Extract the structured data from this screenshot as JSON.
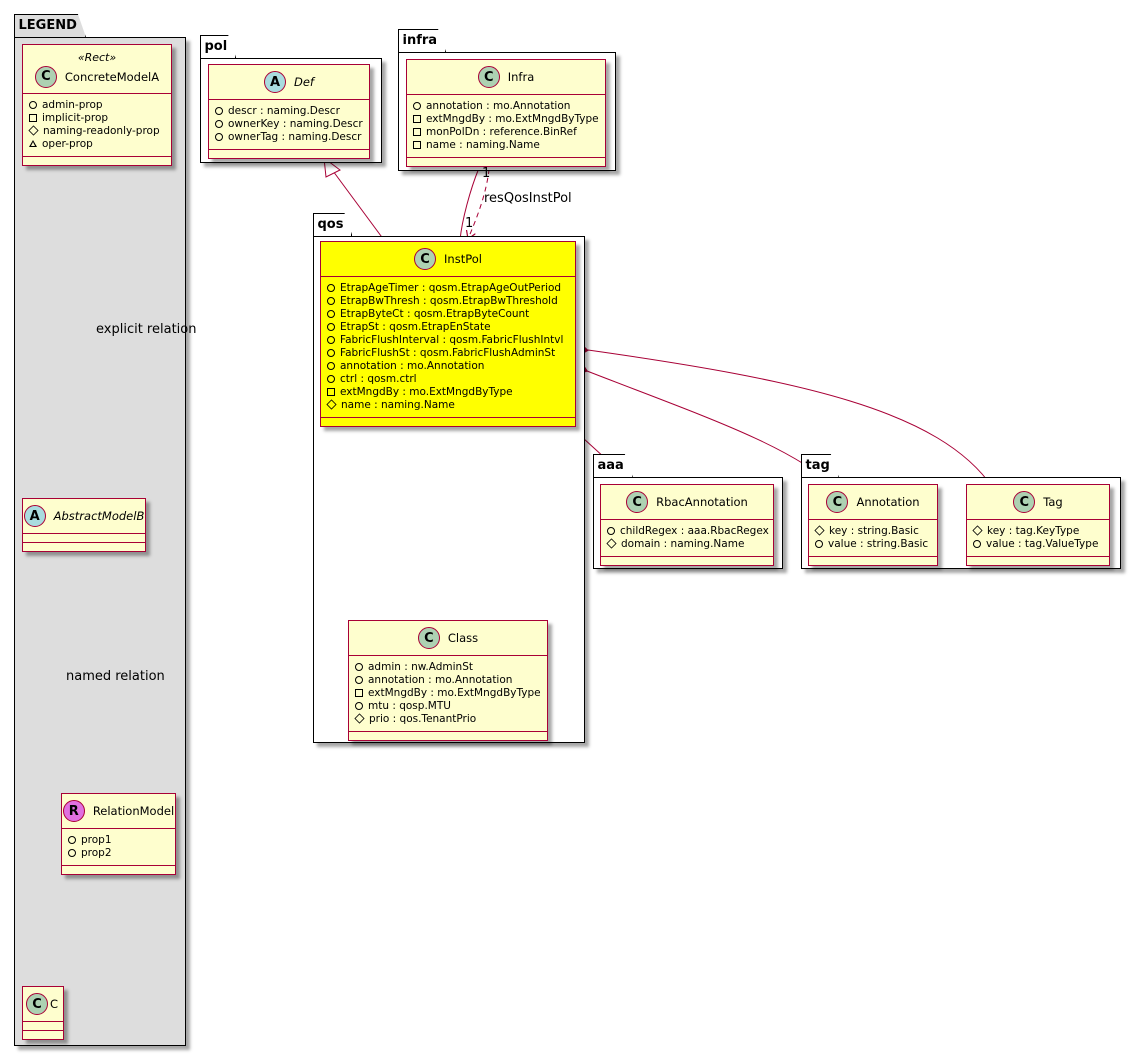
{
  "packages": {
    "legend": {
      "name": "LEGEND"
    },
    "pol": {
      "name": "pol"
    },
    "infra": {
      "name": "infra"
    },
    "qos": {
      "name": "qos"
    },
    "aaa": {
      "name": "aaa"
    },
    "tag": {
      "name": "tag"
    }
  },
  "classes": {
    "concrete_model_a": {
      "stereotype": "«Rect»",
      "icon": "C",
      "name": "ConcreteModelA",
      "attrs": [
        {
          "vis": "public",
          "text": "admin-prop"
        },
        {
          "vis": "private",
          "text": "implicit-prop"
        },
        {
          "vis": "protected",
          "text": "naming-readonly-prop"
        },
        {
          "vis": "package",
          "text": "oper-prop"
        }
      ]
    },
    "abstract_model_b": {
      "icon": "A",
      "name": "AbstractModelB"
    },
    "relation_model": {
      "icon": "R",
      "name": "RelationModel",
      "attrs": [
        {
          "vis": "public",
          "text": "prop1"
        },
        {
          "vis": "public",
          "text": "prop2"
        }
      ]
    },
    "c": {
      "icon": "C",
      "name": "C"
    },
    "def": {
      "icon": "A",
      "name": "Def",
      "attrs": [
        {
          "vis": "public",
          "text": "descr : naming.Descr"
        },
        {
          "vis": "public",
          "text": "ownerKey : naming.Descr"
        },
        {
          "vis": "public",
          "text": "ownerTag : naming.Descr"
        }
      ]
    },
    "infra": {
      "icon": "C",
      "name": "Infra",
      "attrs": [
        {
          "vis": "public",
          "text": "annotation : mo.Annotation"
        },
        {
          "vis": "private",
          "text": "extMngdBy : mo.ExtMngdByType"
        },
        {
          "vis": "private",
          "text": "monPolDn : reference.BinRef"
        },
        {
          "vis": "private",
          "text": "name : naming.Name"
        }
      ]
    },
    "inst_pol": {
      "icon": "C",
      "name": "InstPol",
      "attrs": [
        {
          "vis": "public",
          "text": "EtrapAgeTimer : qosm.EtrapAgeOutPeriod"
        },
        {
          "vis": "public",
          "text": "EtrapBwThresh : qosm.EtrapBwThreshold"
        },
        {
          "vis": "public",
          "text": "EtrapByteCt : qosm.EtrapByteCount"
        },
        {
          "vis": "public",
          "text": "EtrapSt : qosm.EtrapEnState"
        },
        {
          "vis": "public",
          "text": "FabricFlushInterval : qosm.FabricFlushIntvl"
        },
        {
          "vis": "public",
          "text": "FabricFlushSt : qosm.FabricFlushAdminSt"
        },
        {
          "vis": "public",
          "text": "annotation : mo.Annotation"
        },
        {
          "vis": "public",
          "text": "ctrl : qosm.ctrl"
        },
        {
          "vis": "private",
          "text": "extMngdBy : mo.ExtMngdByType"
        },
        {
          "vis": "protected",
          "text": "name : naming.Name"
        }
      ]
    },
    "class": {
      "icon": "C",
      "name": "Class",
      "attrs": [
        {
          "vis": "public",
          "text": "admin : nw.AdminSt"
        },
        {
          "vis": "public",
          "text": "annotation : mo.Annotation"
        },
        {
          "vis": "private",
          "text": "extMngdBy : mo.ExtMngdByType"
        },
        {
          "vis": "public",
          "text": "mtu : qosp.MTU"
        },
        {
          "vis": "protected",
          "text": "prio : qos.TenantPrio"
        }
      ]
    },
    "rbac_annotation": {
      "icon": "C",
      "name": "RbacAnnotation",
      "attrs": [
        {
          "vis": "public",
          "text": "childRegex : aaa.RbacRegex"
        },
        {
          "vis": "protected",
          "text": "domain : naming.Name"
        }
      ]
    },
    "annotation": {
      "icon": "C",
      "name": "Annotation",
      "attrs": [
        {
          "vis": "protected",
          "text": "key : string.Basic"
        },
        {
          "vis": "public",
          "text": "value : string.Basic"
        }
      ]
    },
    "tag": {
      "icon": "C",
      "name": "Tag",
      "attrs": [
        {
          "vis": "protected",
          "text": "key : tag.KeyType"
        },
        {
          "vis": "public",
          "text": "value : tag.ValueType"
        }
      ]
    }
  },
  "edge_labels": {
    "explicit": "explicit relation",
    "named": "named relation",
    "res_qos_inst_pol": "resQosInstPol",
    "mult_source": "1",
    "mult_target": "1"
  },
  "colors": {
    "class_fill": "#fefece",
    "class_border": "#a80036",
    "highlight_fill": "#ffff00",
    "legend_fill": "#dddddd",
    "edge": "#a80036"
  }
}
